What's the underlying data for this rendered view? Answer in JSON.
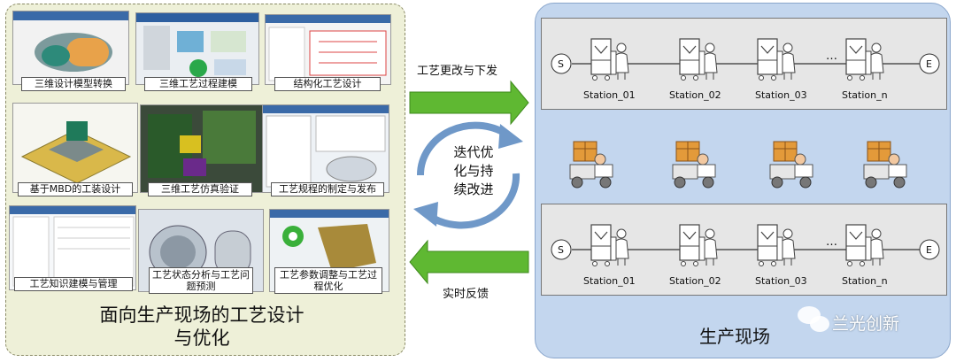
{
  "left_panel": {
    "title_line1": "面向生产现场的工艺设计",
    "title_line2": "与优化",
    "tiles": [
      {
        "caption": "三维设计模型转换"
      },
      {
        "caption": "三维工艺过程建模"
      },
      {
        "caption": "结构化工艺设计"
      },
      {
        "caption": "基于MBD的工装设计"
      },
      {
        "caption": "三维工艺仿真验证"
      },
      {
        "caption": "工艺规程的制定与发布"
      },
      {
        "caption": "工艺知识建模与管理"
      },
      {
        "caption": "工艺状态分析与工艺问题预测"
      },
      {
        "caption": "工艺参数调整与工艺过程优化"
      }
    ]
  },
  "arrows": {
    "top_label": "工艺更改与下发",
    "bottom_label": "实时反馈",
    "cycle_line1": "迭代优",
    "cycle_line2": "化与持",
    "cycle_line3": "续改进"
  },
  "right_panel": {
    "title": "生产现场",
    "brand": "兰光创新",
    "start_symbol": "S",
    "end_symbol": "E",
    "ellipsis": "…",
    "stations": [
      "Station_01",
      "Station_02",
      "Station_03",
      "Station_n"
    ]
  },
  "colors": {
    "left_bg": "#eef0d8",
    "right_bg": "#c3d6ee",
    "arrow_green": "#5fb832",
    "cycle_blue": "#6f98c8"
  }
}
